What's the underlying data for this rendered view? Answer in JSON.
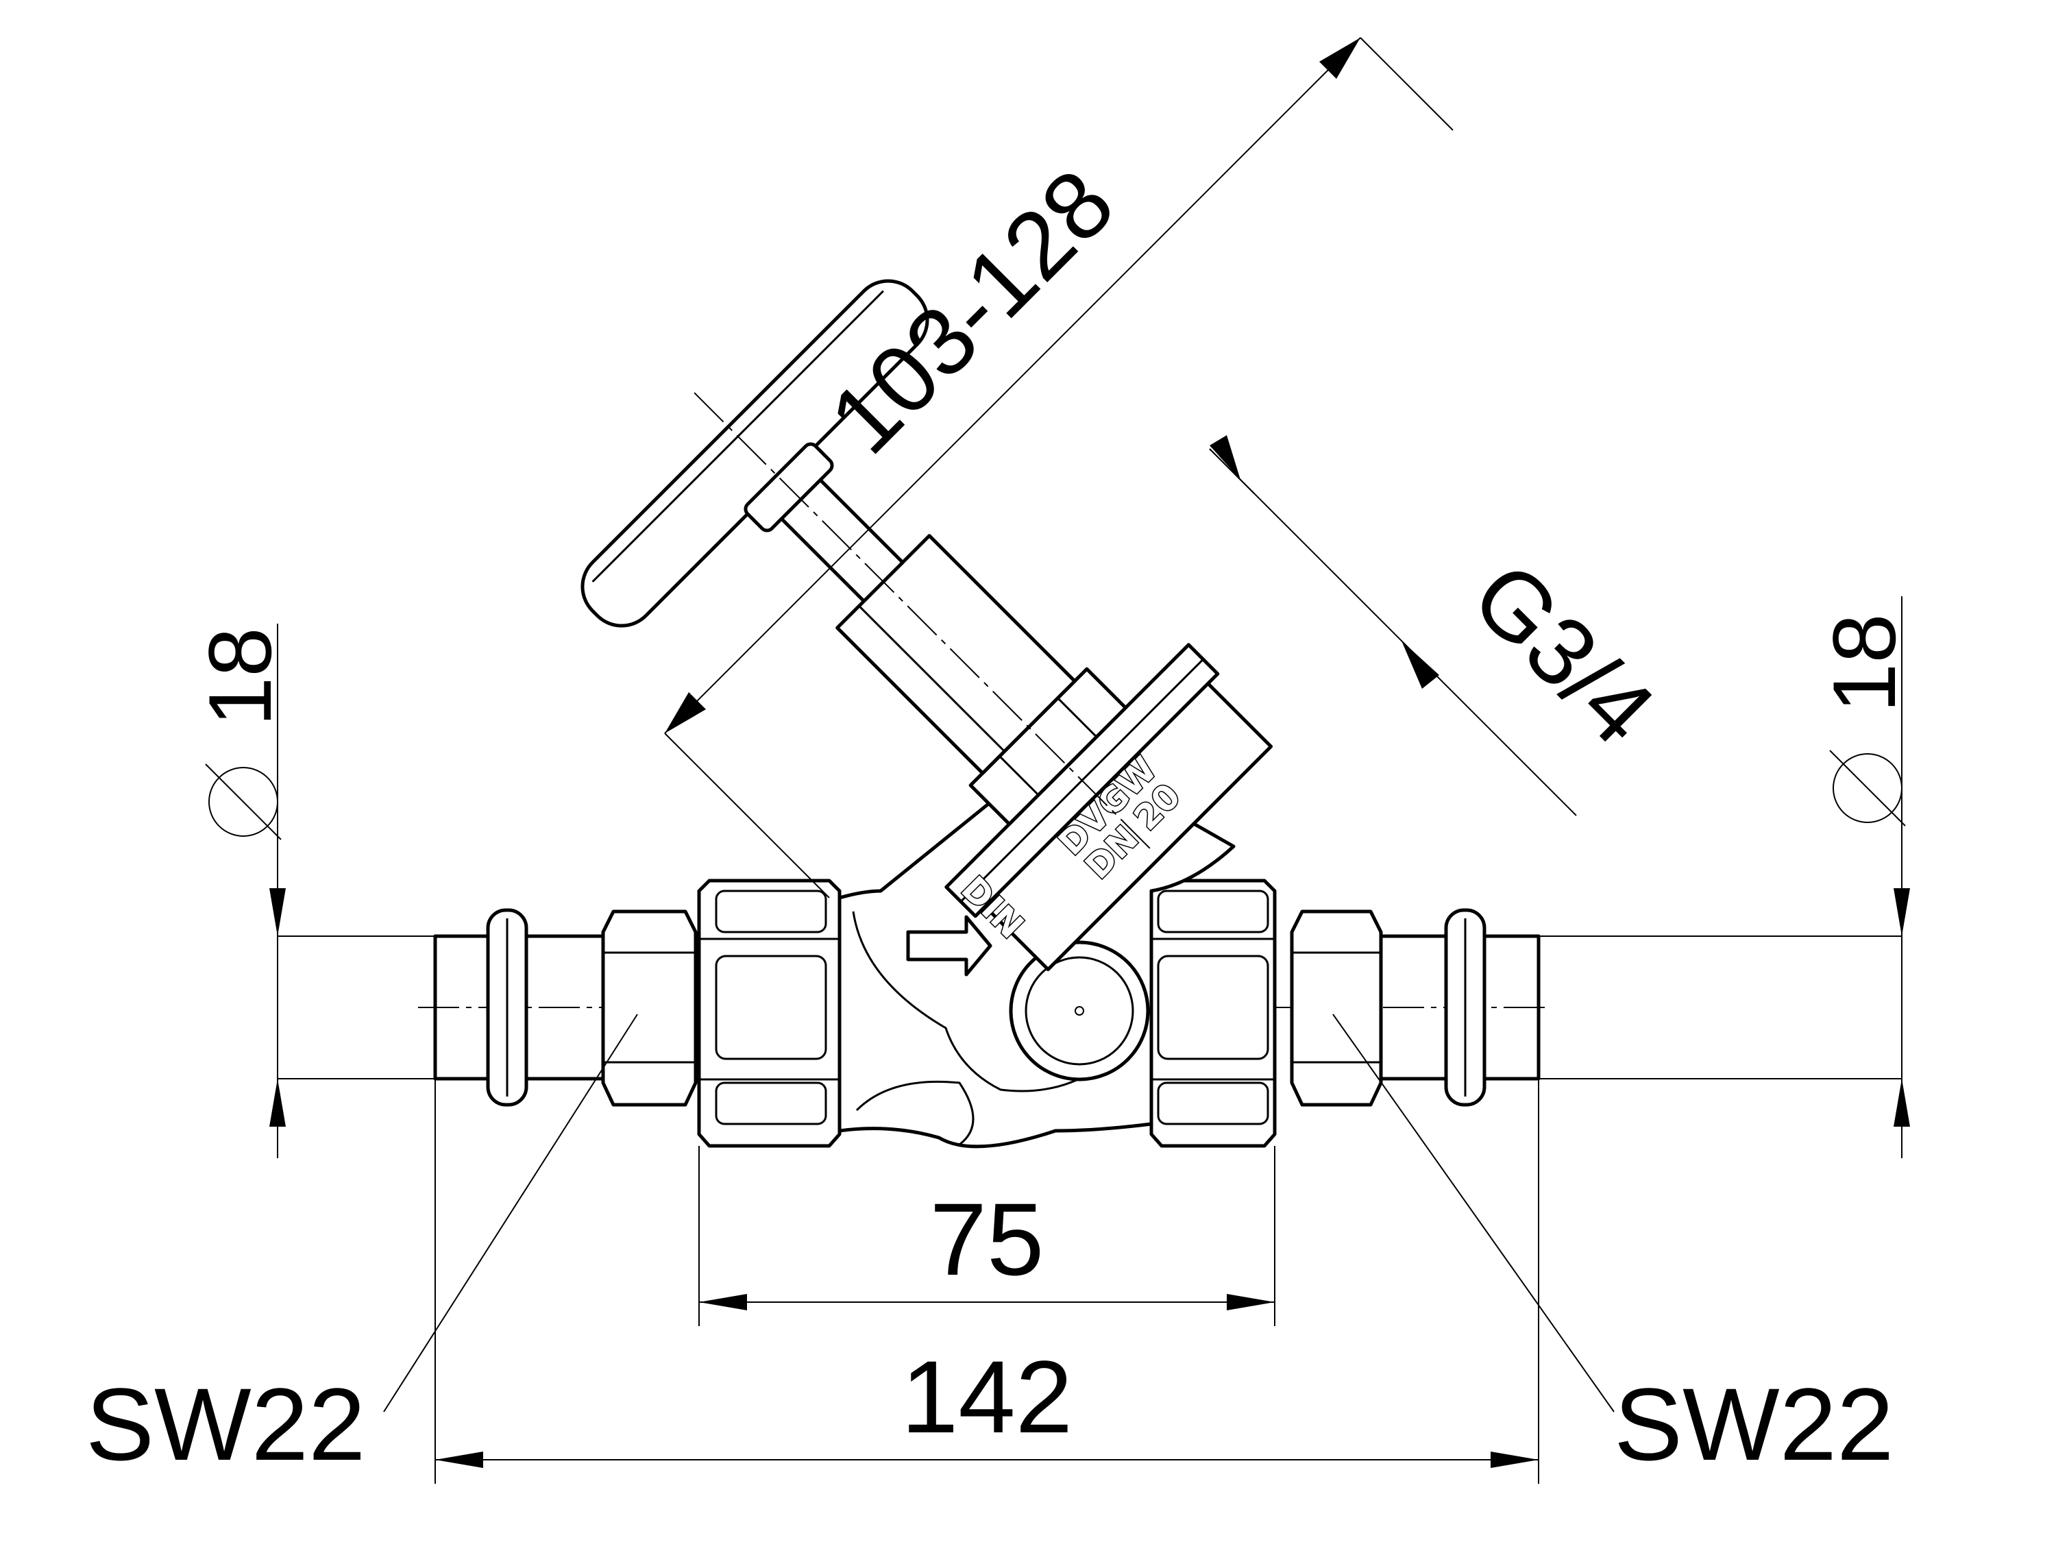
{
  "dimensions": {
    "diameter_left": "18",
    "diameter_right": "18",
    "spindle_length": "103-128",
    "thread": "G3/4",
    "body_length": "75",
    "overall_length": "142",
    "wrench_left": "SW22",
    "wrench_right": "SW22"
  },
  "body_markings": {
    "line1": "DVGW",
    "line2": "DN 20",
    "line3": "DIN"
  }
}
